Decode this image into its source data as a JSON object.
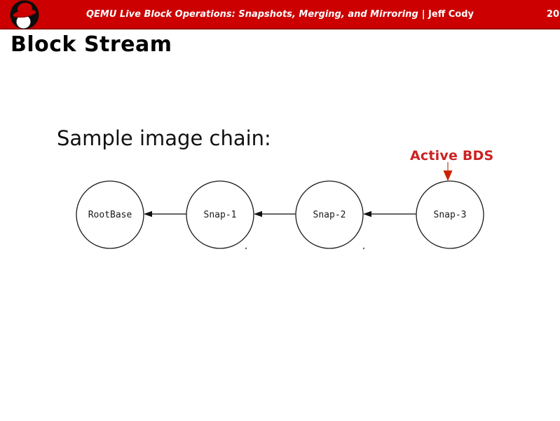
{
  "header": {
    "logo_icon": "redhat-shadowman-logo",
    "bar_color": "#cc0000",
    "title_main": "QEMU Live Block Operations: Snapshots, Merging, and Mirroring",
    "title_author": "| Jeff Cody",
    "page_number": "20"
  },
  "slide": {
    "title": "Block Stream",
    "subtitle": "Sample image chain:"
  },
  "diagram": {
    "annotation": {
      "label": "Active BDS",
      "color": "#cc2222",
      "arrow_icon": "red-down-arrow",
      "points_to": "Snap-3"
    },
    "nodes": [
      {
        "label": "RootBase"
      },
      {
        "label": "Snap-1"
      },
      {
        "label": "Snap-2"
      },
      {
        "label": "Snap-3"
      }
    ],
    "edges": [
      {
        "from": "Snap-1",
        "to": "RootBase",
        "direction": "left"
      },
      {
        "from": "Snap-2",
        "to": "Snap-1",
        "direction": "left"
      },
      {
        "from": "Snap-3",
        "to": "Snap-2",
        "direction": "left"
      }
    ]
  }
}
